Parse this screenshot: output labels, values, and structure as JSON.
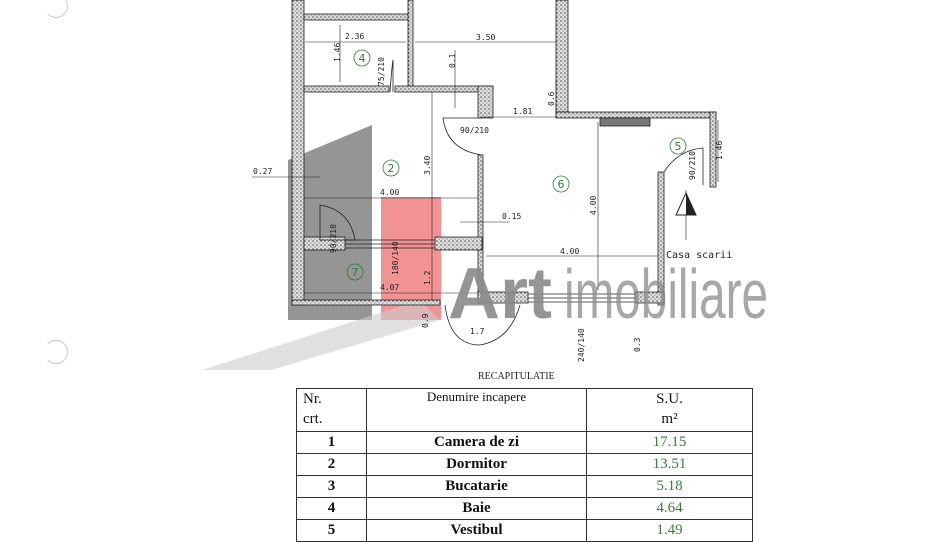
{
  "plan": {
    "rooms": [
      "2",
      "4",
      "5",
      "6",
      "7"
    ],
    "dimensions": [
      "2.36",
      "3.50",
      "1.46",
      "0.1",
      "1.81",
      "0.6",
      "3.40",
      "0.27",
      "4.00",
      "0.15",
      "4.00",
      "4.00",
      "4.07",
      "1.2",
      "1.46",
      "0.9",
      "1.7",
      "0.3"
    ],
    "doors": [
      "75/210",
      "90/210",
      "90/210",
      "90/210",
      "180/140",
      "240/140"
    ],
    "stair_label": "Casa scarii"
  },
  "watermark": {
    "brand": "Art",
    "suffix": "imobiliare",
    "colors": {
      "gray": "#8a8a8a",
      "red": "#f08080"
    }
  },
  "table": {
    "caption": "RECAPITULATIE",
    "headers": {
      "nr": "Nr.",
      "crt": "crt.",
      "name": "Denumire incapere",
      "su": "S.U.",
      "unit": "m²"
    },
    "rows": [
      {
        "nr": "1",
        "name": "Camera de zi",
        "area": "17.15"
      },
      {
        "nr": "2",
        "name": "Dormitor",
        "area": "13.51"
      },
      {
        "nr": "3",
        "name": "Bucatarie",
        "area": "5.18"
      },
      {
        "nr": "4",
        "name": "Baie",
        "area": "4.64"
      },
      {
        "nr": "5",
        "name": "Vestibul",
        "area": "1.49"
      }
    ]
  }
}
